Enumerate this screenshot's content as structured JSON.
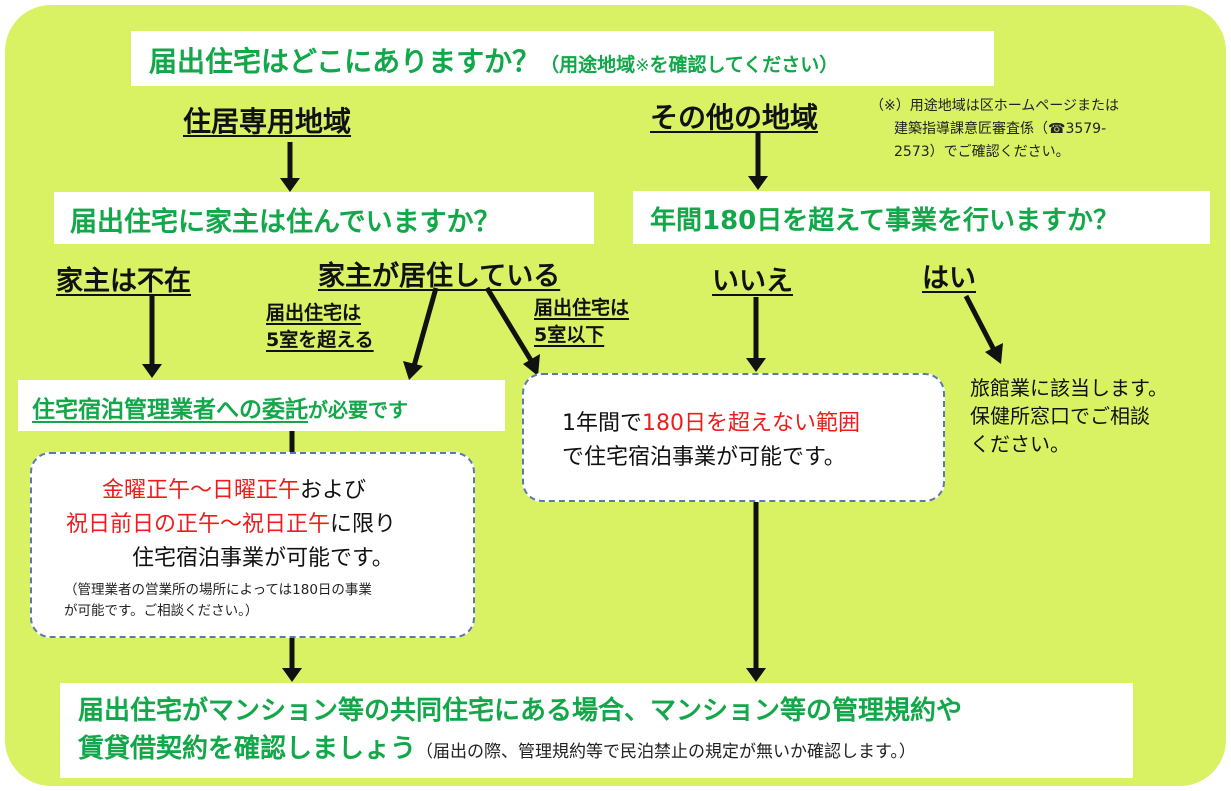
{
  "header": {
    "question": "届出住宅はどこにありますか？",
    "note": "（用途地域",
    "note_mark": "※",
    "note_tail": "を確認してください）"
  },
  "footnote": {
    "line1": "（※）用途地域は区ホームページまたは",
    "line2": "建築指導課意匠審査係（☎3579-",
    "line3": "2573）でご確認ください。"
  },
  "left_branch": {
    "area": "住居専用地域",
    "question": "届出住宅に家主は住んでいますか？",
    "absent": "家主は不在",
    "resident": "家主が居住している",
    "over5_line1": "届出住宅は",
    "over5_line2": "5室を超える",
    "under5_line1": "届出住宅は",
    "under5_line2": "5室以下",
    "delegation_main": "住宅宿泊管理業者への委託",
    "delegation_tail": "が必要です"
  },
  "weekend_box": {
    "red1": "金曜正午～日曜正午",
    "black1": "および",
    "red2": "祝日前日の正午～祝日正午",
    "black2": "に限り",
    "line3": "住宅宿泊事業が可能です。",
    "small1": "（管理業者の営業所の場所によっては180日の事業",
    "small2": "が可能です。ご相談ください。）"
  },
  "right_branch": {
    "area": "その他の地域",
    "question": "年間180日を超えて事業を行いますか？",
    "no": "いいえ",
    "yes": "はい",
    "ryokan1": "旅館業に該当します。",
    "ryokan2": "保健所窓口でご相談",
    "ryokan3": "ください。"
  },
  "year_box": {
    "prefix": "1年間で",
    "red": "180日を超えない範囲",
    "line2": "で住宅宿泊事業が可能です。"
  },
  "bottom": {
    "line1": "届出住宅がマンション等の共同住宅にある場合、マンション等の管理規約や",
    "line2": "賃貸借契約を確認しましょう",
    "note": "（届出の際、管理規約等で民泊禁止の規定が無いか確認します。）"
  },
  "colors": {
    "panel": "#d8f264",
    "green_text": "#12a84a",
    "red_text": "#ee1c1c",
    "dashed_border": "#5b78b5"
  }
}
